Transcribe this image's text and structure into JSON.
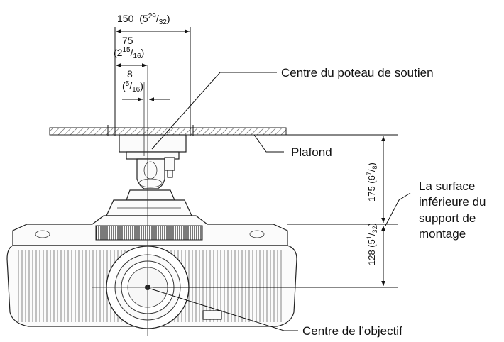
{
  "dimensions": {
    "width_150": {
      "main": "150",
      "paren_open": "(5",
      "sup": "29",
      "slash": "/",
      "sub": "32",
      "paren_close": ")"
    },
    "width_75": {
      "main": "75",
      "paren_open": "(2",
      "sup": "15",
      "slash": "/",
      "sub": "16",
      "paren_close": ")"
    },
    "offset_8": {
      "main": "8",
      "paren_open": "(",
      "sup": "5",
      "slash": "/",
      "sub": "16",
      "paren_close": ")"
    },
    "height_175": {
      "text": "175 (6",
      "sup": "7",
      "slash": "/",
      "sub": "8",
      "paren_close": ")"
    },
    "height_128": {
      "text": "128 (5",
      "sup": "1",
      "slash": "/",
      "sub": "32",
      "paren_close": ")"
    }
  },
  "labels": {
    "support_center": "Centre du poteau de soutien",
    "ceiling": "Plafond",
    "mount_surface": [
      "La surface",
      "inférieure du",
      "support de",
      "montage"
    ],
    "lens_center": "Centre de l’objectif"
  },
  "colors": {
    "line": "#111111",
    "ceiling_hatch": "#555555",
    "body_fill": "#fbfbfb"
  }
}
